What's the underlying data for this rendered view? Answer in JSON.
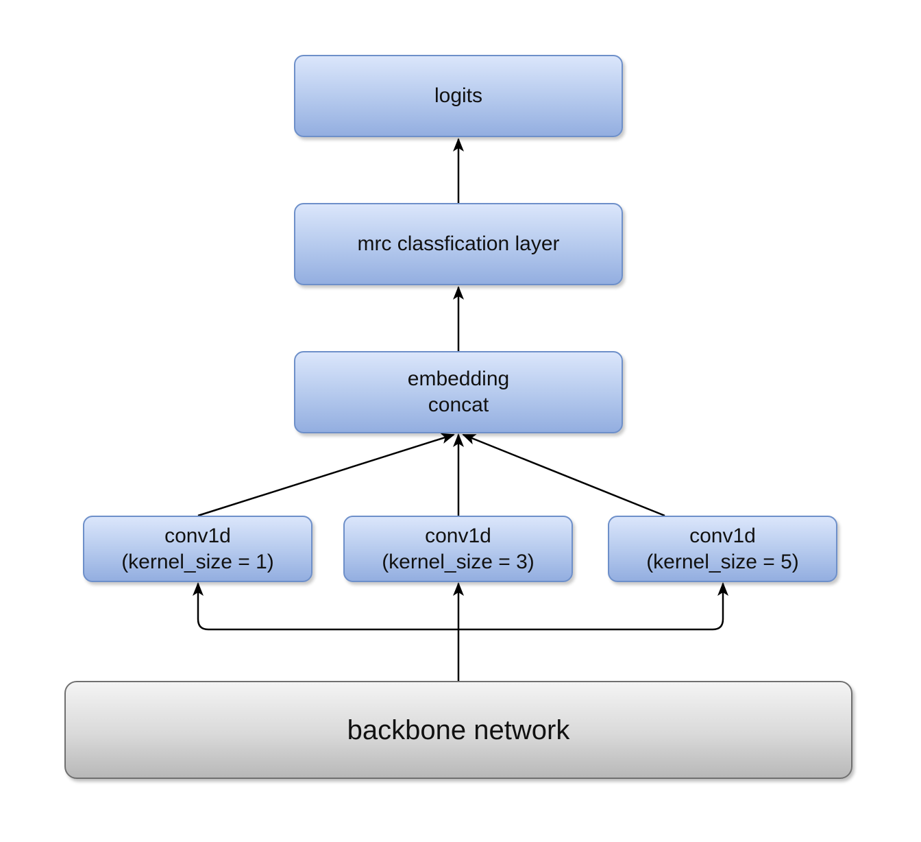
{
  "nodes": {
    "logits": "logits",
    "mrc_layer": "mrc classfication layer",
    "embedding_concat": "embedding\nconcat",
    "conv_k1": "conv1d\n(kernel_size = 1)",
    "conv_k3": "conv1d\n(kernel_size = 3)",
    "conv_k5": "conv1d\n(kernel_size = 5)",
    "backbone": "backbone network"
  },
  "colors": {
    "box_fill_blue": "#b7cbee",
    "box_border_blue": "#6d8fc9",
    "box_fill_gray": "#d9d9d9",
    "box_border_gray": "#6f6f6f",
    "edge": "#000000"
  },
  "edges": [
    {
      "from": "backbone",
      "to": "conv_k1"
    },
    {
      "from": "backbone",
      "to": "conv_k3"
    },
    {
      "from": "backbone",
      "to": "conv_k5"
    },
    {
      "from": "conv_k1",
      "to": "embedding_concat"
    },
    {
      "from": "conv_k3",
      "to": "embedding_concat"
    },
    {
      "from": "conv_k5",
      "to": "embedding_concat"
    },
    {
      "from": "embedding_concat",
      "to": "mrc_layer"
    },
    {
      "from": "mrc_layer",
      "to": "logits"
    }
  ]
}
